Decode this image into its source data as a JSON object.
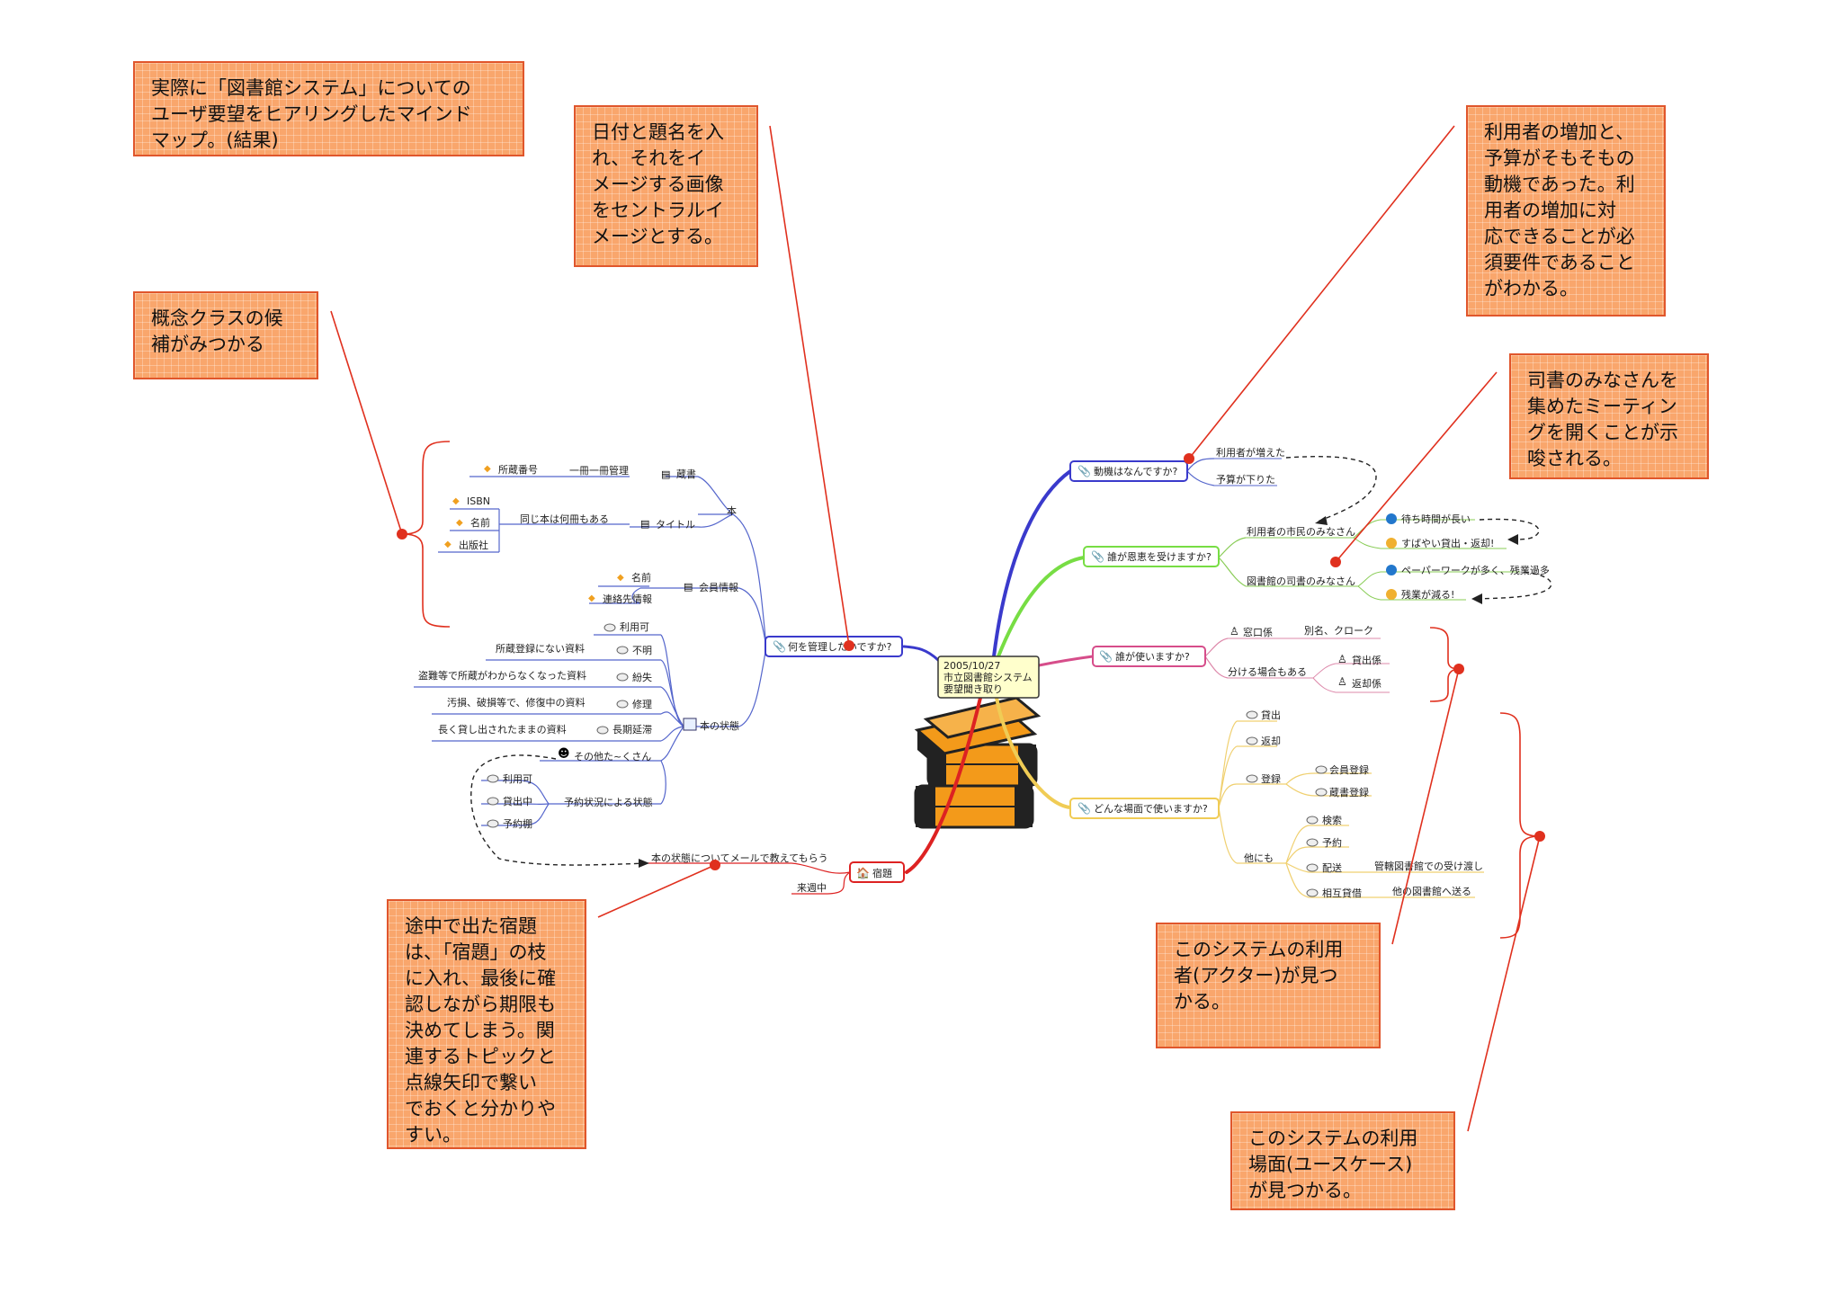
{
  "callouts": {
    "intro": "実際に「図書館システム」についての\nユーザ要望をヒアリングしたマインド\nマップ。(結果)",
    "central": "日付と題名を入\nれ、それをイ\nメージする画像\nをセントラルイ\nメージとする。",
    "concept": "概念クラスの候\n補がみつかる",
    "motive": "利用者の増加と、\n予算がそもそもの\n動機であった。利\n用者の増加に対\n応できることが必\n須要件であること\nがわかる。",
    "meeting": "司書のみなさんを\n集めたミーティン\nグを開くことが示\n唆される。",
    "homework": "途中で出た宿題\nは、「宿題」の枝\nに入れ、最後に確\n認しながら期限も\n決めてしまう。関\n連するトピックと\n点線矢印で繋い\nでおくと分かりや\nすい。",
    "actor": "このシステムの利用\n者(アクター)が見つ\nかる。",
    "usecase": "このシステムの利用\n場面(ユースケース)\nが見つかる。"
  },
  "central_topic": {
    "date": "2005/10/27",
    "title": "市立図書館システム",
    "subtitle": "要望聞き取り"
  },
  "branches": {
    "manage": {
      "label": "何を管理したいですか?",
      "book": "本",
      "collection": "蔵書",
      "collection_rel": "一冊一冊管理",
      "collection_attr": "所蔵番号",
      "title": "タイトル",
      "title_rel": "同じ本は何冊もある",
      "title_attrs": [
        "ISBN",
        "名前",
        "出版社"
      ],
      "member": "会員情報",
      "member_attrs": [
        "名前",
        "連絡先情報"
      ],
      "status": "本の状態",
      "statuses": [
        {
          "label": "利用可",
          "note": ""
        },
        {
          "label": "不明",
          "note": "所蔵登録にない資料"
        },
        {
          "label": "紛失",
          "note": "盗難等で所蔵がわからなくなった資料"
        },
        {
          "label": "修理",
          "note": "汚損、破損等で、修復中の資料"
        },
        {
          "label": "長期延滞",
          "note": "長く貸し出されたままの資料"
        }
      ],
      "other": "その他た~くさん",
      "reserve": "予約状況による状態",
      "reserve_items": [
        "利用可",
        "貸出中",
        "予約棚"
      ]
    },
    "motive": {
      "label": "動機はなんですか?",
      "items": [
        "利用者が増えた",
        "予算が下りた"
      ]
    },
    "benefit": {
      "label": "誰が恩恵を受けますか?",
      "citizen": "利用者の市民のみなさん",
      "citizen_items": [
        "待ち時間が長い",
        "すばやい貸出・返却!"
      ],
      "librarian": "図書館の司書のみなさん",
      "librarian_items": [
        "ペーパーワークが多く、残業過多",
        "残業が減る!"
      ]
    },
    "users": {
      "label": "誰が使いますか?",
      "counter": "窓口係",
      "counter_alias": "別名、クローク",
      "split": "分ける場合もある",
      "split_items": [
        "貸出係",
        "返却係"
      ]
    },
    "scenes": {
      "label": "どんな場面で使いますか?",
      "items": [
        "貸出",
        "返却"
      ],
      "register": "登録",
      "register_items": [
        "会員登録",
        "蔵書登録"
      ],
      "others": "他にも",
      "other_items": [
        "検索",
        "予約",
        "配送",
        "相互貸借"
      ],
      "delivery_note": "管轄図書館での受け渡し",
      "ill_note": "他の図書館へ送る"
    },
    "homework": {
      "label": "宿題",
      "item": "本の状態についてメールで教えてもらう",
      "deadline": "来週中"
    }
  },
  "colors": {
    "callout_fill": "#f9a66c",
    "callout_border": "#e0562c",
    "leader": "#e0301e",
    "branch_manage": "#3a3acc",
    "branch_motive": "#3a3acc",
    "branch_benefit": "#77dd44",
    "branch_users": "#d64d8a",
    "branch_scenes": "#f0cc55",
    "branch_homework": "#dd2222"
  }
}
